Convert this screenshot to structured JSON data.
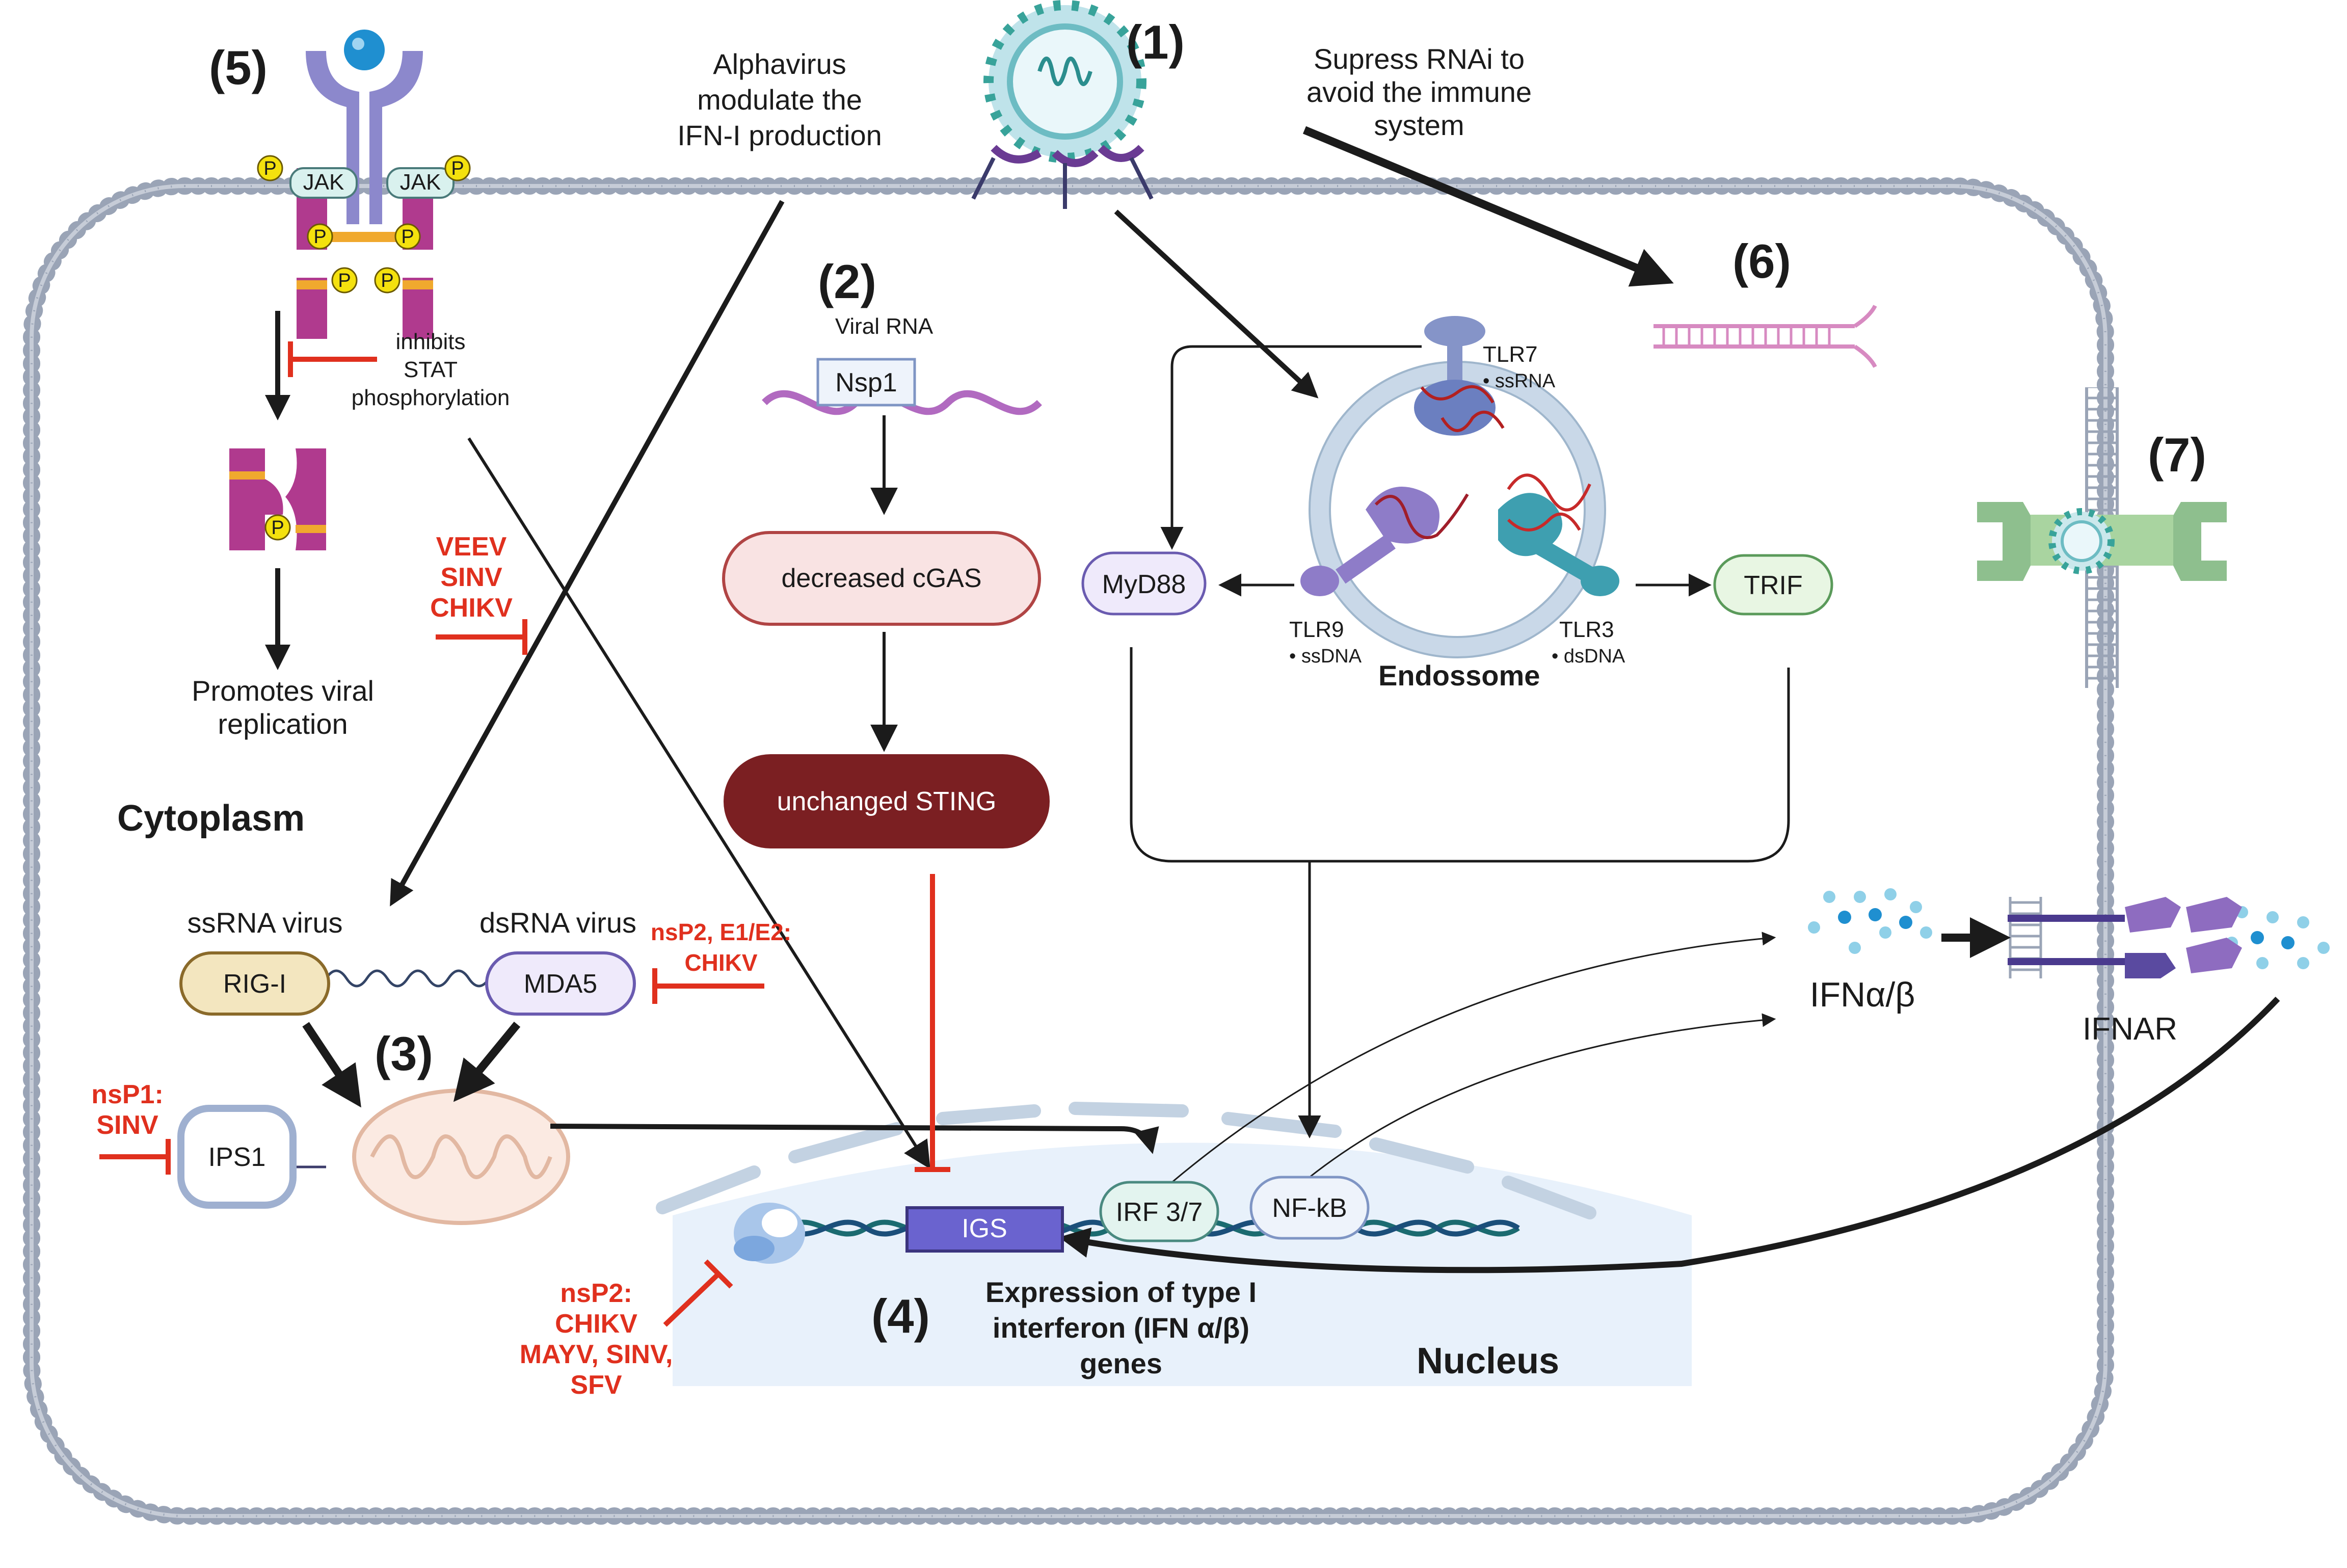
{
  "markers": {
    "m1": "(1)",
    "m2": "(2)",
    "m3": "(3)",
    "m4": "(4)",
    "m5": "(5)",
    "m6": "(6)",
    "m7": "(7)"
  },
  "annotations": {
    "alphavirus": [
      "Alphavirus",
      "modulate the",
      "IFN-I production"
    ],
    "rnai": [
      "Supress RNAi to",
      "avoid the immune",
      "system"
    ],
    "stat": [
      "inhibits",
      "STAT",
      "phosphorylation"
    ],
    "replication": [
      "Promotes viral",
      "replication"
    ],
    "viral_rna": "Viral RNA",
    "expression": [
      "Expression of type I",
      "interferon (IFN α/β)",
      "genes"
    ]
  },
  "compartments": {
    "cytoplasm": "Cytoplasm",
    "nucleus": "Nucleus",
    "endosome": "Endossome"
  },
  "nodes": {
    "nsp1": "Nsp1",
    "cgas": "decreased cGAS",
    "sting": "unchanged STING",
    "myd88": "MyD88",
    "trif": "TRIF",
    "rigi": "RIG-I",
    "mda5": "MDA5",
    "ips1": "IPS1",
    "igs": "IGS",
    "irf": "IRF 3/7",
    "nfkb": "NF-kB",
    "jak_left": "JAK",
    "jak_right": "JAK",
    "phospho": "P"
  },
  "receptors": {
    "tlr7": "TLR7",
    "tlr7_sub": "• ssRNA",
    "tlr9": "TLR9",
    "tlr9_sub": "• ssDNA",
    "tlr3": "TLR3",
    "tlr3_sub": "• dsDNA"
  },
  "virus_labels": {
    "ssrna": "ssRNA virus",
    "dsrna": "dsRNA virus",
    "ifn": "IFNα/β",
    "ifnar": "IFNAR"
  },
  "inhibitors": {
    "veev": [
      "VEEV",
      "SINV",
      "CHIKV"
    ],
    "nsp2_e1": [
      "nsP2, E1/E2:",
      "CHIKV"
    ],
    "nsp1": [
      "nsP1:",
      "SINV"
    ],
    "nsp2": [
      "nsP2:",
      "CHIKV",
      "MAYV, SINV,",
      "SFV"
    ]
  },
  "colors": {
    "inhibition": "#e0301e",
    "membrane": "#8e9bb0",
    "sting": "#7b1f22",
    "cgas_fill": "#f9e3e3",
    "myd88_fill": "#efeafb",
    "trif_fill": "#e8f6e3",
    "rigi_fill": "#f3e6bf",
    "igs_fill": "#6a63cf",
    "nucleus_fill": "#e8f1fb"
  }
}
